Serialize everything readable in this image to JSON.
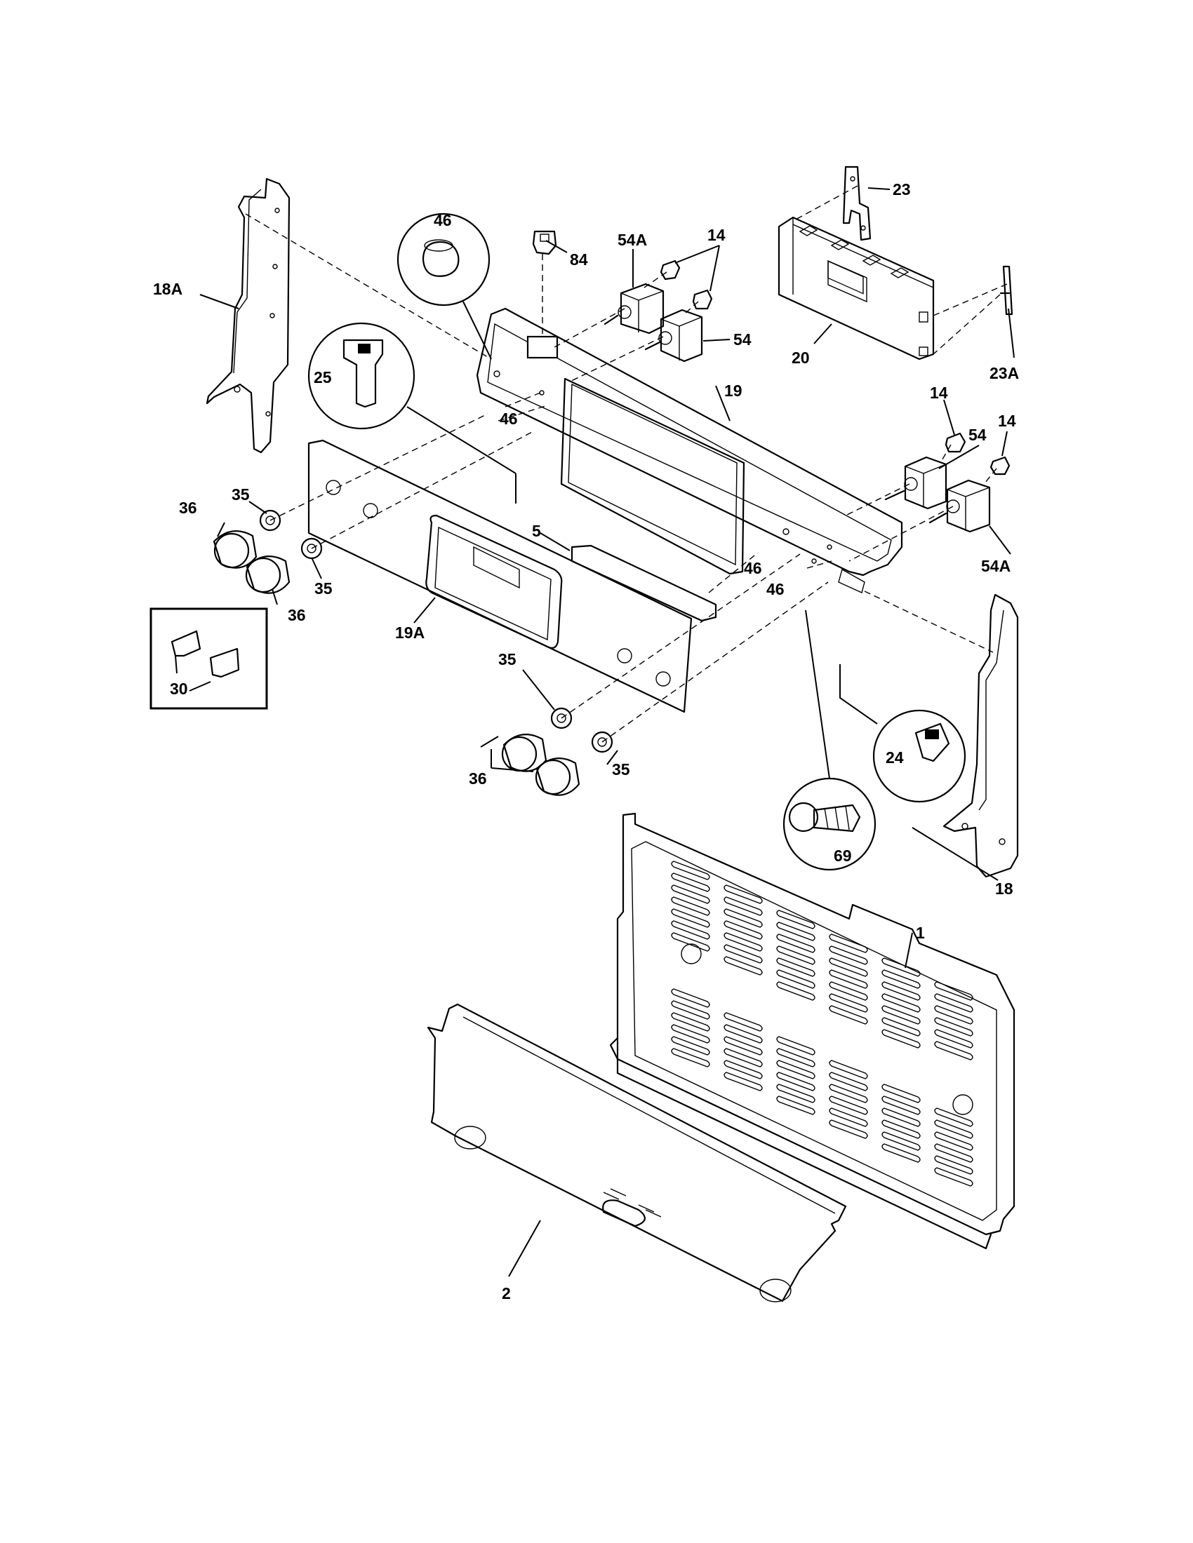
{
  "diagram": {
    "callouts": [
      {
        "id": "c-23",
        "label": "23"
      },
      {
        "id": "c-46-bubble",
        "label": "46"
      },
      {
        "id": "c-84",
        "label": "84"
      },
      {
        "id": "c-54A-top",
        "label": "54A"
      },
      {
        "id": "c-14-top",
        "label": "14"
      },
      {
        "id": "c-18A",
        "label": "18A"
      },
      {
        "id": "c-54-top",
        "label": "54"
      },
      {
        "id": "c-20",
        "label": "20"
      },
      {
        "id": "c-23A",
        "label": "23A"
      },
      {
        "id": "c-25",
        "label": "25"
      },
      {
        "id": "c-19",
        "label": "19"
      },
      {
        "id": "c-46-a",
        "label": "46"
      },
      {
        "id": "c-14-right-a",
        "label": "14"
      },
      {
        "id": "c-54-right",
        "label": "54"
      },
      {
        "id": "c-14-right-b",
        "label": "14"
      },
      {
        "id": "c-36-left",
        "label": "36"
      },
      {
        "id": "c-35-left-a",
        "label": "35"
      },
      {
        "id": "c-5",
        "label": "5"
      },
      {
        "id": "c-46-b",
        "label": "46"
      },
      {
        "id": "c-54A-right",
        "label": "54A"
      },
      {
        "id": "c-46-c",
        "label": "46"
      },
      {
        "id": "c-35-left-b",
        "label": "35"
      },
      {
        "id": "c-36-left-b",
        "label": "36"
      },
      {
        "id": "c-19A",
        "label": "19A"
      },
      {
        "id": "c-30",
        "label": "30"
      },
      {
        "id": "c-35-mid-a",
        "label": "35"
      },
      {
        "id": "c-24",
        "label": "24"
      },
      {
        "id": "c-36-mid",
        "label": "36"
      },
      {
        "id": "c-35-mid-b",
        "label": "35"
      },
      {
        "id": "c-69",
        "label": "69"
      },
      {
        "id": "c-18",
        "label": "18"
      },
      {
        "id": "c-1",
        "label": "1"
      },
      {
        "id": "c-2",
        "label": "2"
      }
    ]
  }
}
